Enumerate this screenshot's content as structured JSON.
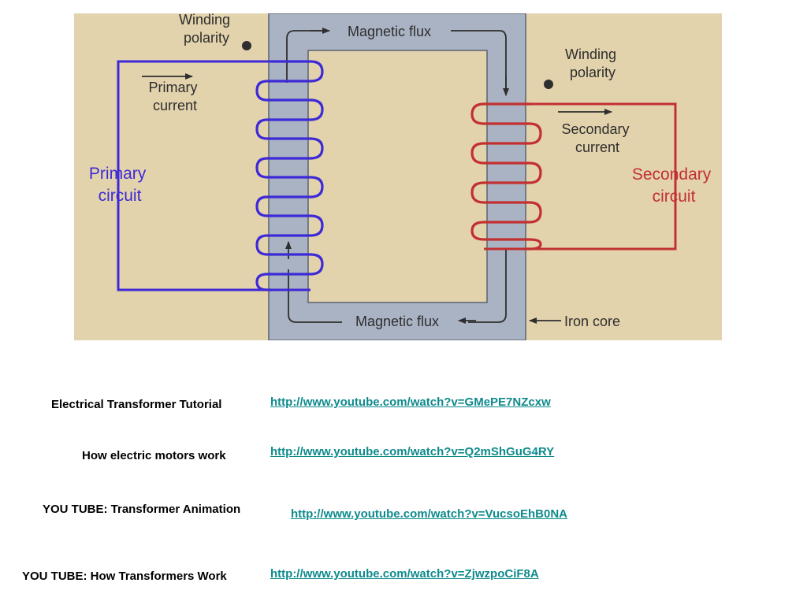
{
  "diagram": {
    "colors": {
      "background": "#e3d3ad",
      "core": "#aab3c4",
      "core_outline": "#5a6272",
      "primary": "#3d2ad6",
      "secondary": "#c23030",
      "text": "#2e2e2e"
    },
    "labels": {
      "winding_polarity_primary": [
        "Winding",
        "polarity"
      ],
      "winding_polarity_secondary": [
        "Winding",
        "polarity"
      ],
      "magnetic_flux_top": "Magnetic flux",
      "magnetic_flux_bottom": "Magnetic flux",
      "primary_current": [
        "Primary",
        "current"
      ],
      "primary_circuit": [
        "Primary",
        "circuit"
      ],
      "secondary_current": [
        "Secondary",
        "current"
      ],
      "secondary_circuit": [
        "Secondary",
        "circuit"
      ],
      "iron_core": "Iron core"
    }
  },
  "resources": [
    {
      "label": "Electrical Transformer Tutorial",
      "url": "http://www.youtube.com/watch?v=GMePE7NZcxw"
    },
    {
      "label": "How electric motors work",
      "url": "http://www.youtube.com/watch?v=Q2mShGuG4RY"
    },
    {
      "label": "YOU TUBE: Transformer Animation",
      "url": "http://www.youtube.com/watch?v=VucsoEhB0NA"
    },
    {
      "label": "YOU TUBE: How Transformers Work",
      "url": "http://www.youtube.com/watch?v=ZjwzpoCiF8A"
    }
  ]
}
